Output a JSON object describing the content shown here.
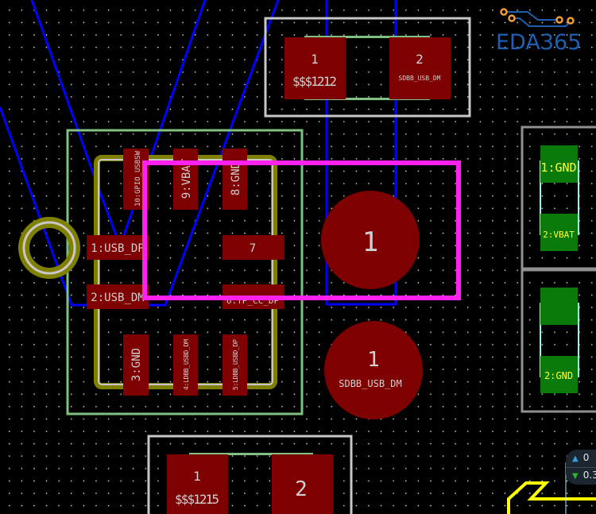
{
  "app": {
    "logo_text": "EDA365"
  },
  "colors": {
    "background": "#000000",
    "grid_dot": "#d8d8d8",
    "top_pad": "#7f0000",
    "top_pad_text": "#d0d0d0",
    "trace_blue": "#0000ff",
    "selection_magenta": "#ff22ee",
    "silkscreen_grey": "#c8c8c8",
    "courtyard_green": "#80c080",
    "olive_outline": "#808000",
    "bottom_pad_green": "#0a7a0a",
    "bottom_pad_text": "#ffff30",
    "cyan_outline": "#a0f0f0",
    "yellow_shape": "#ffff00",
    "logo_blue": "#1d5fb0",
    "logo_orange": "#f0a030"
  },
  "components": {
    "r1212": {
      "pad1_num": "1",
      "pad1_net": "$$$1212",
      "pad2_num": "2",
      "pad2_net": "SDBB_USB_DM"
    },
    "r1215": {
      "pad1_num": "1",
      "pad1_net": "$$$1215",
      "pad2_num": "2"
    },
    "ic": {
      "pins": [
        {
          "label": "10:GPIO_USBSW"
        },
        {
          "label": "9:VBAT"
        },
        {
          "label": "8:GND"
        },
        {
          "label": "1:USB_DP"
        },
        {
          "label": "7"
        },
        {
          "label": "2:USB_DM"
        },
        {
          "label": "6:TP_CC_DP"
        },
        {
          "label": "3:GND"
        },
        {
          "label": "4:LDBB_USBD_DM"
        },
        {
          "label": "5:LDBB_USBD_DP"
        }
      ]
    },
    "testpad_top": {
      "num": "1"
    },
    "testpad_bottom": {
      "num": "1",
      "net": "SDBB_USB_DM"
    },
    "cap_bottom_layer_1": {
      "pad1": "1:GND",
      "pad2": "2:VBAT"
    },
    "cap_bottom_layer_2": {
      "pad1": "",
      "pad2": "2:GND"
    }
  },
  "readout": {
    "up_value": "0",
    "down_value": "0.3"
  }
}
